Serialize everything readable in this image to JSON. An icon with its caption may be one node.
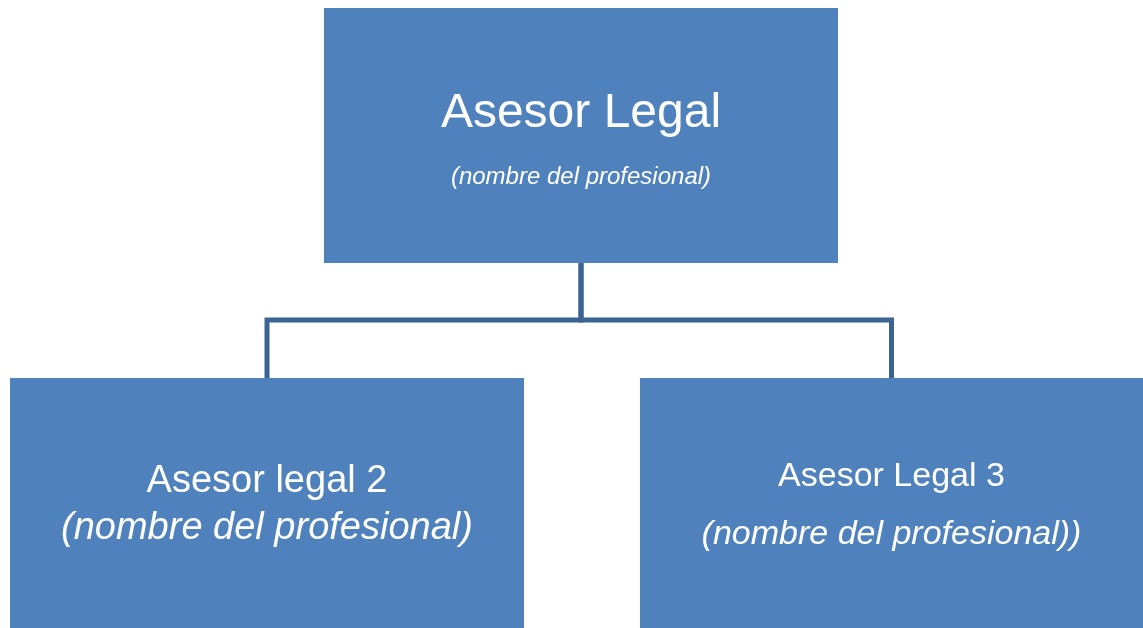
{
  "diagram": {
    "nodes": [
      {
        "text": [
          "Asesor Legal",
          "(nombre del profesional)"
        ]
      },
      {
        "text": [
          "Asesor legal 2",
          "(nombre del profesional)"
        ]
      },
      {
        "text": [
          "Asesor Legal 3",
          "(nombre del profesional))"
        ]
      }
    ],
    "edges": [
      {
        "from": 0,
        "to": 1,
        "arrow": "none"
      },
      {
        "from": 0,
        "to": 2,
        "arrow": "none"
      }
    ]
  }
}
